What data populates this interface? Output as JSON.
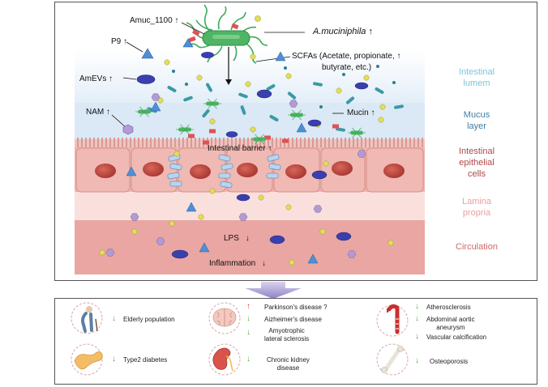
{
  "top": {
    "amuc": "Amuc_1100",
    "amuc_arrow": "↑",
    "akk": "A.muciniphila",
    "akk_arrow": "↑",
    "p9": "P9",
    "p9_arrow": "↑",
    "amevs": "AmEVs",
    "amevs_arrow": "↑",
    "scfa1": "SCFAs  (Acetate, propionate,",
    "scfa2": "butyrate, etc.)",
    "scfa_arrow": "↑",
    "nam": "NAM",
    "nam_arrow": "↑",
    "mucin": "Mucin",
    "mucin_arrow": "↑",
    "barrier": "Intestinal barrier",
    "barrier_arrow": "↑",
    "lps": "LPS",
    "lps_arrow": "↓",
    "inflam": "Inflammation",
    "inflam_arrow": "↓"
  },
  "zones": {
    "lumen1": "Intestinal",
    "lumen2": "lumem",
    "mucus1": "Mucus",
    "mucus2": "layer",
    "epi1": "Intestinal",
    "epi2": "epithelial",
    "epi3": "cells",
    "lamina1": "Lamina",
    "lamina2": "propria",
    "circ": "Circulation"
  },
  "zone_colors": {
    "lumen": "#7fc3d9",
    "mucus": "#3f7fa6",
    "epithelial": "#b04848",
    "lamina": "#e8a0a0",
    "circulation": "#cc6a6a"
  },
  "diseases": {
    "elderly": "Elderly population",
    "elderly_arrow": "↓",
    "t2d": "Type2 diabetes",
    "t2d_arrow": "↓",
    "parkinson": "Parkinson's disease ?",
    "parkinson_arrow": "↑",
    "alz": "Aizheimer's disease",
    "alz_arrow": "↓",
    "als1": "Amyotrophic",
    "als2": "lateral sclerosis",
    "als_arrow": "↓",
    "ckd1": "Chronic kidney",
    "ckd2": "disease",
    "ckd_arrow": "↓",
    "athero": "Atherosclerosis",
    "athero_arrow": "↓",
    "aaa1": "Abdominal aortic",
    "aaa2": "aneurysm",
    "aaa_arrow": "↓",
    "vc": "Vascular calcification",
    "vc_arrow": "↓",
    "osteo": "Osteoporosis",
    "osteo_arrow": "↓"
  }
}
